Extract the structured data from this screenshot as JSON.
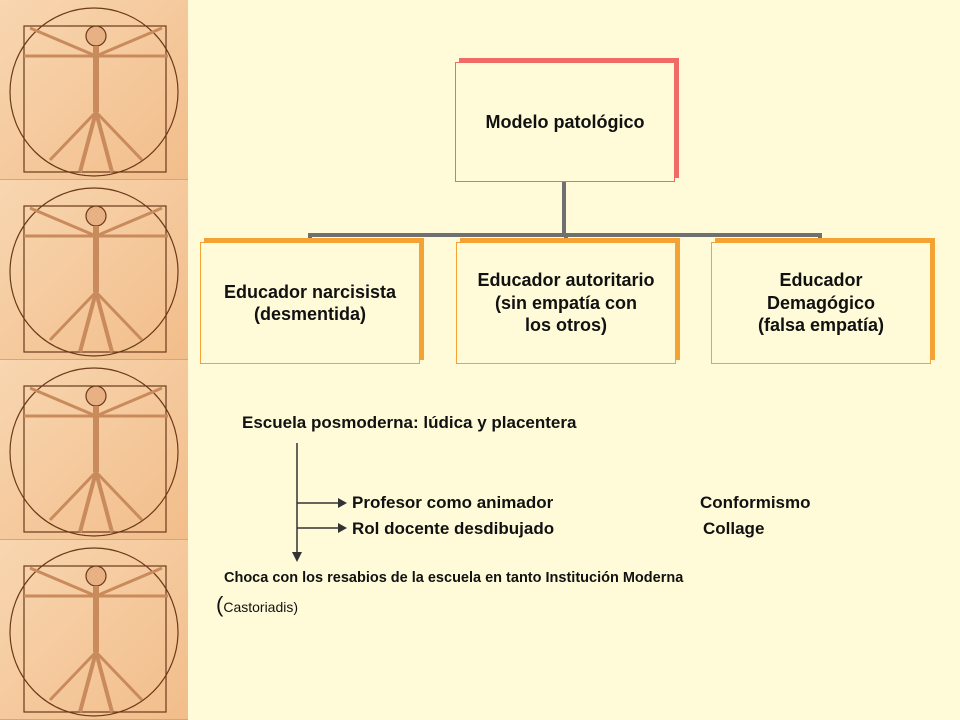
{
  "diagram": {
    "root": {
      "label": "Modelo patológico"
    },
    "children": [
      {
        "label": "Educador narcisista\n(desmentida)"
      },
      {
        "label": "Educador autoritario\n(sin empatía con\nlos otros)"
      },
      {
        "label": "Educador\nDemagógico\n(falsa empatía)"
      }
    ]
  },
  "text": {
    "heading": "Escuela posmoderna: lúdica y placentera",
    "profesor": "Profesor como animador",
    "rol": "Rol docente desdibujado",
    "conformismo": "Conformismo",
    "collage": "Collage",
    "choca": "Choca con los resabios de la  escuela en tanto Institución Moderna",
    "paren_open": "(",
    "castoriadis": "Castoriadis)"
  },
  "colors": {
    "background": "#fffbd9",
    "root_border": "#f06a66",
    "child_border": "#f3a233",
    "connector": "#707070",
    "sidebar": "#f4c89b"
  },
  "icons": [
    "vitruvian-man-illustration"
  ]
}
